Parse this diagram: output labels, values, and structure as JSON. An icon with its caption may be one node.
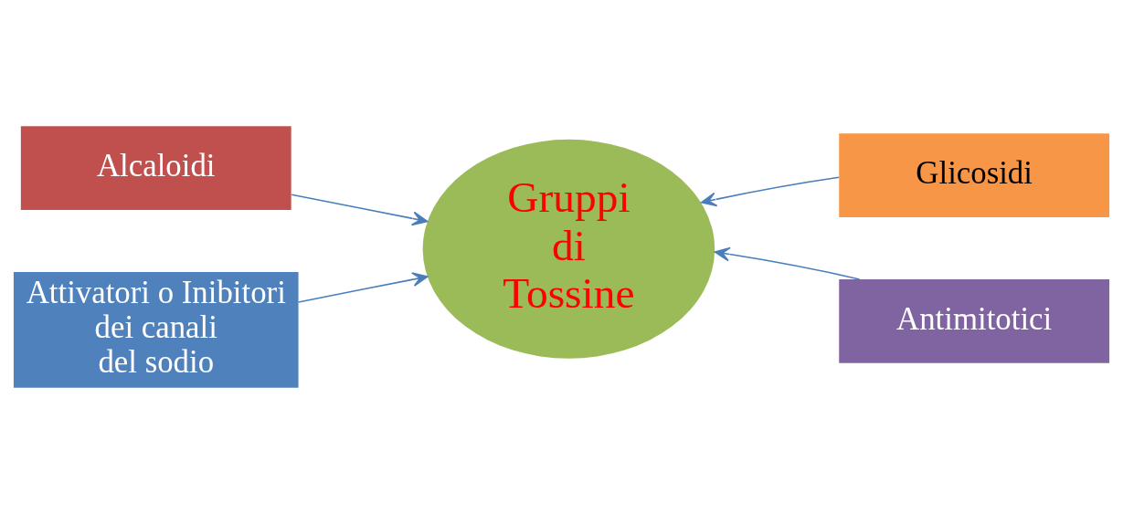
{
  "diagram": {
    "nodes": [
      {
        "text": [
          "Alcaloidi"
        ]
      },
      {
        "text": [
          "Glicosidi"
        ]
      },
      {
        "text": [
          "Gruppi di Tossine"
        ]
      },
      {
        "text": [
          "Attivatori o Inibitori dei canali del sodio"
        ]
      },
      {
        "text": [
          "Antimitotici"
        ]
      }
    ],
    "edges": [
      {
        "from": 0,
        "to": 2,
        "arrow": "to"
      },
      {
        "from": 1,
        "to": 2,
        "arrow": "to"
      },
      {
        "from": 3,
        "to": 2,
        "arrow": "to"
      },
      {
        "from": 4,
        "to": 2,
        "arrow": "to"
      }
    ]
  }
}
